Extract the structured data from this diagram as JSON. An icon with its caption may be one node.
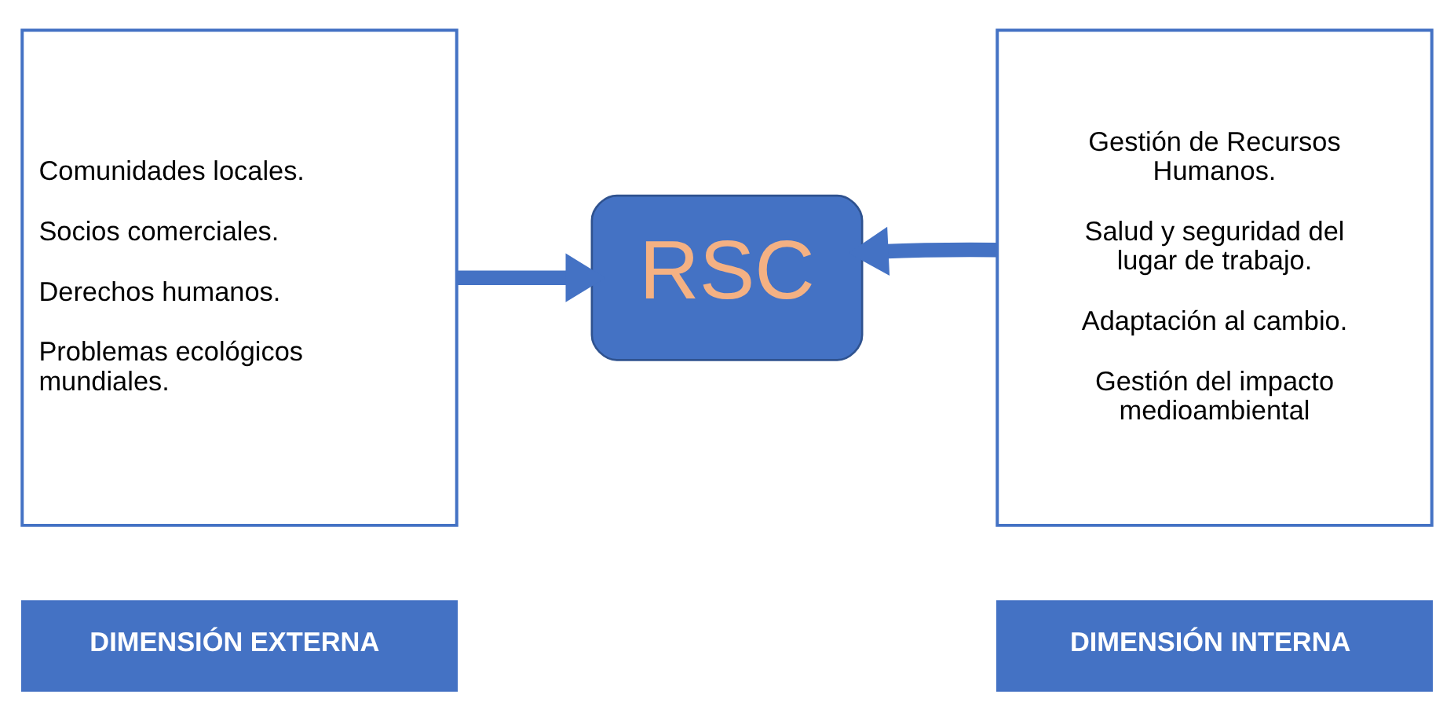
{
  "diagram": {
    "nodes": [
      {
        "text": [
          "Comunidades locales.",
          "Socios comerciales.",
          "Derechos humanos.",
          "Problemas ecológicos mundiales."
        ]
      },
      {
        "text": [
          "RSC"
        ]
      },
      {
        "text": [
          "Gestión de Recursos Humanos.",
          "Salud y seguridad del lugar de trabajo.",
          "Adaptación al cambio.",
          "Gestión del impacto medioambiental"
        ]
      },
      {
        "text": [
          "DIMENSIÓN EXTERNA"
        ]
      },
      {
        "text": [
          "DIMENSIÓN INTERNA"
        ]
      }
    ],
    "edges": [
      {
        "from": 0,
        "to": 1,
        "arrow": "to"
      },
      {
        "from": 2,
        "to": 1,
        "arrow": "to"
      }
    ]
  }
}
